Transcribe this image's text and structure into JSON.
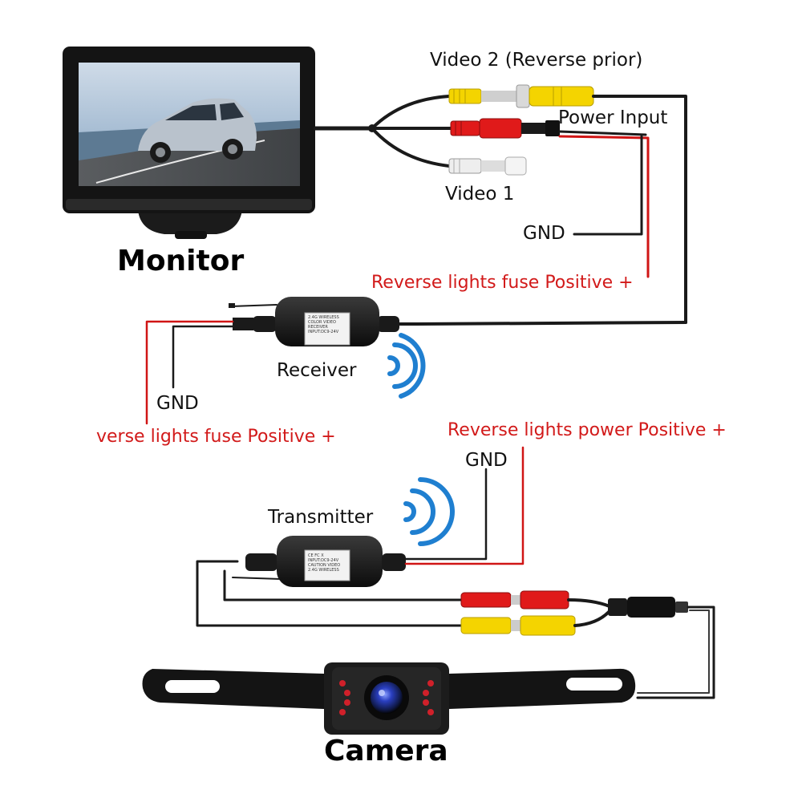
{
  "labels": {
    "video2": "Video 2 (Reverse prior)",
    "power_input": "Power Input",
    "video1": "Video 1",
    "gnd_monitor": "GND",
    "fuse_positive_monitor": "Reverse lights fuse Positive +",
    "receiver": "Receiver",
    "gnd_receiver": "GND",
    "fuse_positive_receiver": "verse lights fuse Positive +",
    "power_positive_transmitter": "Reverse lights power Positive +",
    "gnd_transmitter": "GND",
    "transmitter": "Transmitter",
    "monitor": "Monitor",
    "camera": "Camera"
  },
  "module_text": {
    "receiver": [
      "2.4G WIRELESS",
      "COLOR  VIDEO",
      "RECEIVER",
      "INPUT:DC9-24V"
    ],
    "transmitter": [
      "CE  FC  X",
      "INPUT:DC9-24V",
      "CAUTION  VIDEO",
      "2.4G WIRELESS"
    ]
  },
  "colors": {
    "wire_black": "#1a1a1a",
    "wire_red": "#d01515",
    "label_red": "#d21a1a",
    "rca_yellow": "#f4d400",
    "rca_red": "#e01a1a",
    "rca_white": "#eeeeee",
    "signal_blue": "#1f7fd0",
    "led_red": "#d0202a",
    "lens_blue": "#2a3fc0"
  },
  "icons": [
    "wireless-signal-icon"
  ]
}
